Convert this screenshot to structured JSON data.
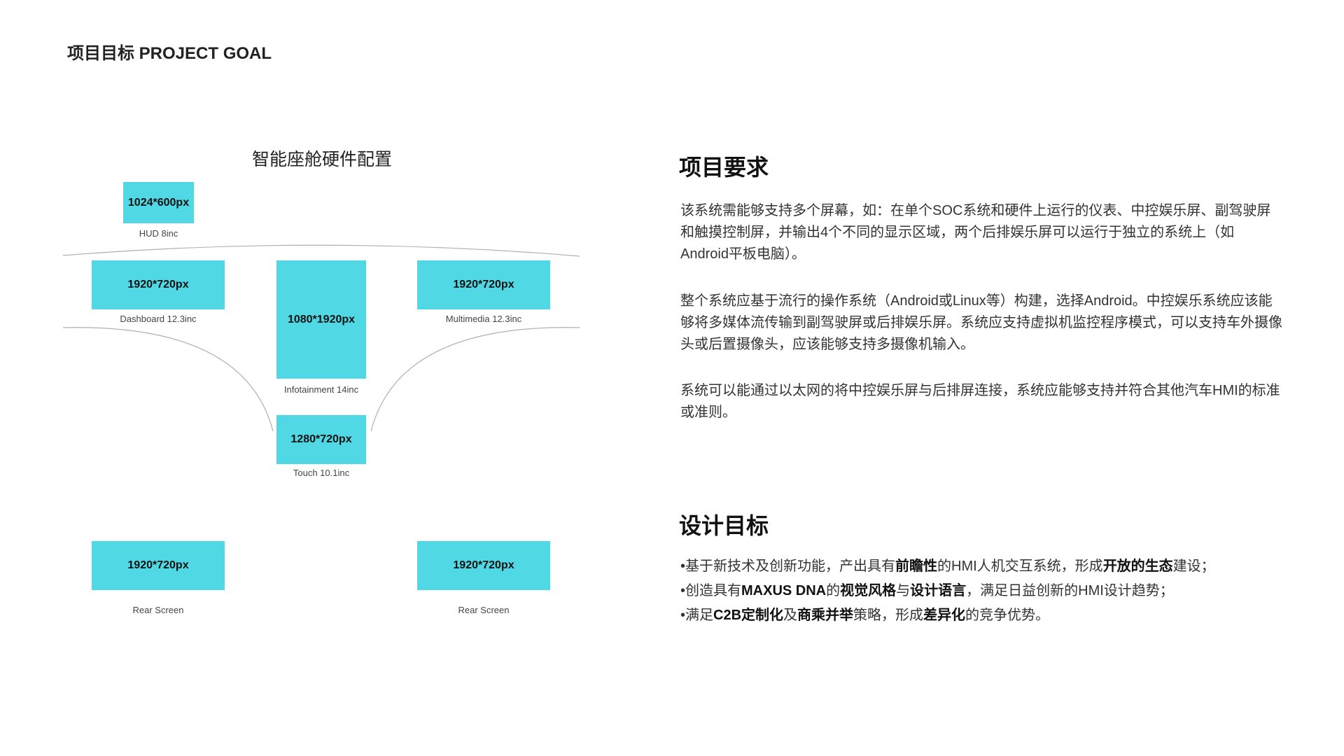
{
  "header": {
    "title": "项目目标 PROJECT GOAL"
  },
  "diagram": {
    "title": "智能座舱硬件配置",
    "screens": {
      "hud": {
        "resolution": "1024*600px",
        "label": "HUD 8inc"
      },
      "dashboard": {
        "resolution": "1920*720px",
        "label": "Dashboard 12.3inc"
      },
      "infotainment": {
        "resolution": "1080*1920px",
        "label": "Infotainment 14inc"
      },
      "multimedia": {
        "resolution": "1920*720px",
        "label": "Multimedia 12.3inc"
      },
      "touch": {
        "resolution": "1280*720px",
        "label": "Touch 10.1inc"
      },
      "rear_left": {
        "resolution": "1920*720px",
        "label": "Rear Screen"
      },
      "rear_right": {
        "resolution": "1920*720px",
        "label": "Rear Screen"
      }
    },
    "colors": {
      "screen_fill": "#50d8e5",
      "line": "#b0b0b0"
    }
  },
  "requirements": {
    "heading": "项目要求",
    "paragraphs": [
      "该系统需能够支持多个屏幕，如：在单个SOC系统和硬件上运行的仪表、中控娱乐屏、副驾驶屏和触摸控制屏，并输出4个不同的显示区域，两个后排娱乐屏可以运行于独立的系统上（如Android平板电脑）。",
      "整个系统应基于流行的操作系统（Android或Linux等）构建，选择Android。中控娱乐系统应该能够将多媒体流传输到副驾驶屏或后排娱乐屏。系统应支持虚拟机监控程序模式，可以支持车外摄像头或后置摄像头，应该能够支持多摄像机输入。",
      "系统可以能通过以太网的将中控娱乐屏与后排屏连接，系统应能够支持并符合其他汽车HMI的标准或准则。"
    ]
  },
  "goals": {
    "heading": "设计目标",
    "bullet_mark": "•",
    "items": [
      {
        "t1": "基于新技术及创新功能，产出具有",
        "b1": "前瞻性",
        "t2": "的HMI人机交互系统，形成",
        "b2": "开放的生态",
        "t3": "建设；"
      },
      {
        "t1": "创造具有",
        "b1": "MAXUS DNA",
        "t2": "的",
        "b2": "视觉风格",
        "t3": "与",
        "b3": "设计语言",
        "t4": "，满足日益创新的HMI设计趋势；"
      },
      {
        "t1": "满足",
        "b1": "C2B定制化",
        "t2": "及",
        "b2": "商乘并举",
        "t3": "策略，形成",
        "b3": "差异化",
        "t4": "的竞争优势。"
      }
    ]
  }
}
